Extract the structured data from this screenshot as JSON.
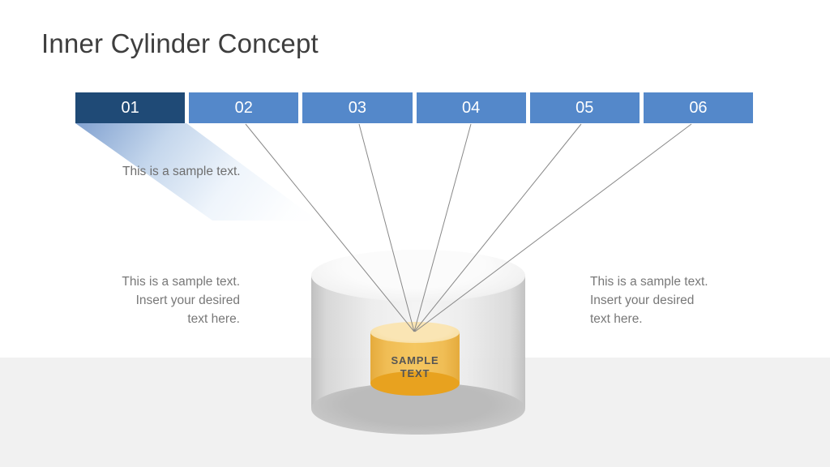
{
  "slide": {
    "title": "Inner Cylinder Concept",
    "steps": [
      {
        "label": "01",
        "emphasis": true
      },
      {
        "label": "02",
        "emphasis": false
      },
      {
        "label": "03",
        "emphasis": false
      },
      {
        "label": "04",
        "emphasis": false
      },
      {
        "label": "05",
        "emphasis": false
      },
      {
        "label": "06",
        "emphasis": false
      }
    ],
    "beam_caption": "This is a sample text.",
    "left_note": {
      "lines": [
        "This is a sample text.",
        "Insert your desired",
        "text here."
      ]
    },
    "right_note": {
      "lines": [
        "This is a sample text.",
        "Insert your desired",
        "text here."
      ]
    },
    "inner_cylinder_label": {
      "line1": "SAMPLE",
      "line2": "TEXT"
    },
    "colors": {
      "step_emphasis": "#1F4A76",
      "step_default": "#5488CA",
      "step_text": "#FFFFFF",
      "beam_blue": "#7699CC",
      "connector": "#888888",
      "title_text": "#3E3E3E",
      "caption_text": "#6E6E6E",
      "note_text": "#787878",
      "floor": "#F1F1F1",
      "inner_bottom": "#E8A21F",
      "label_text": "#555555"
    }
  }
}
